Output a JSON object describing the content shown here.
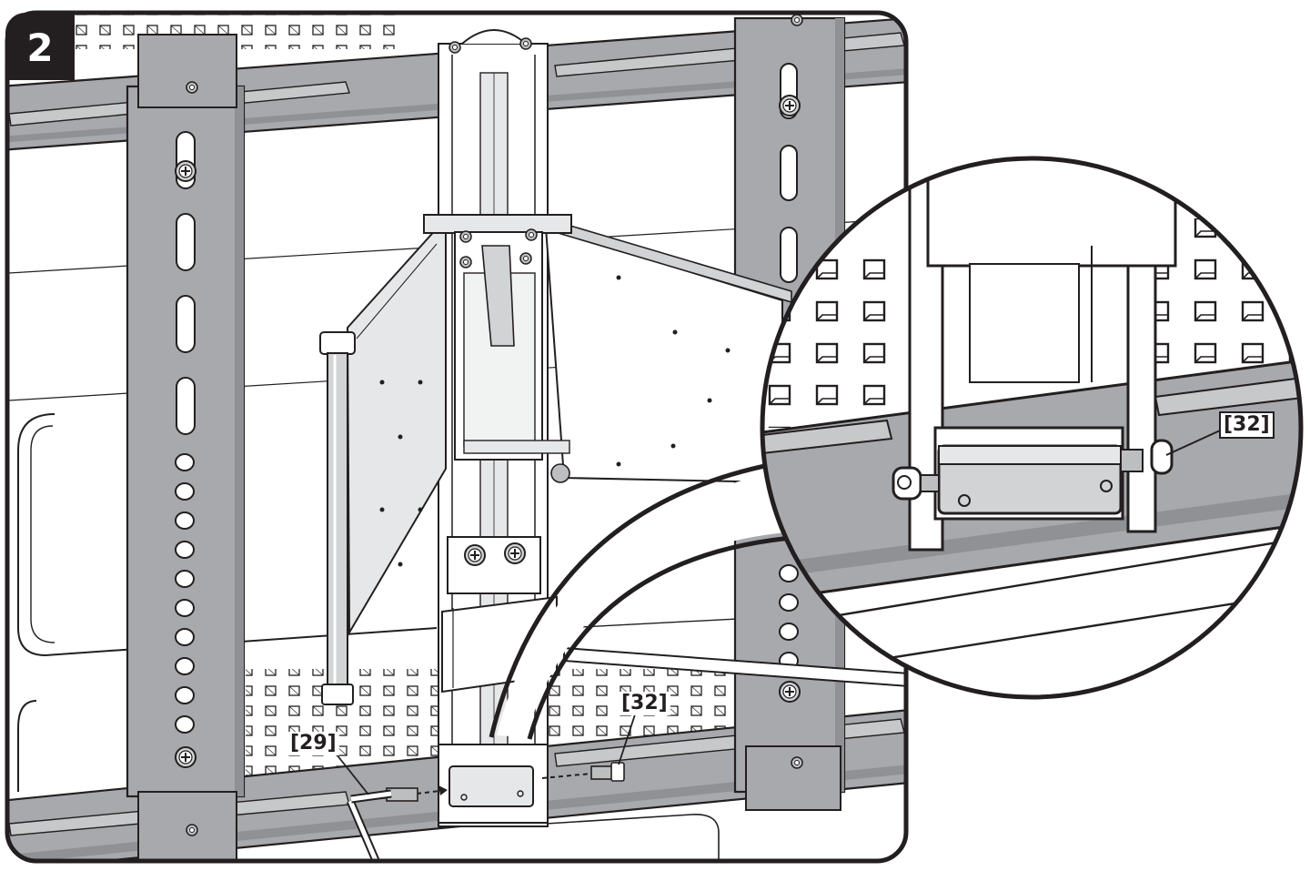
{
  "step": {
    "number": "2"
  },
  "callouts": {
    "allen_key": "[29]",
    "bolt": "[32]",
    "bolt_detail": "[32]"
  },
  "colors": {
    "frame": "#a7a9ac",
    "frame_dark": "#8f9194",
    "line": "#231f20",
    "background": "#ffffff"
  },
  "icons": {
    "step_badge": "step-number-badge",
    "screw": "phillips-screw-icon",
    "detail_view": "magnified-detail-circle"
  }
}
